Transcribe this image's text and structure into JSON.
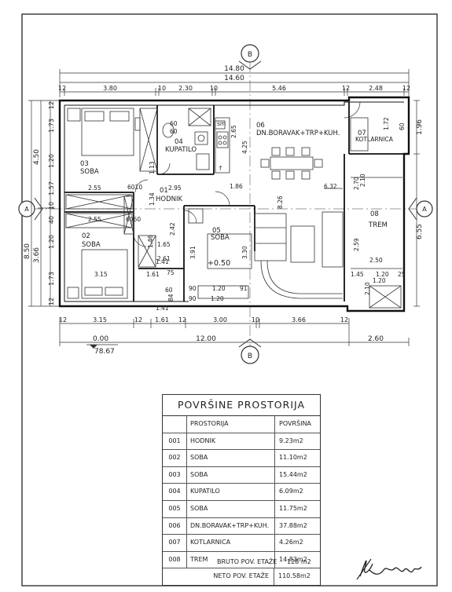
{
  "plan": {
    "axis_b": "B",
    "axis_a": "A",
    "top_dims": {
      "overall_outer": "14.80",
      "overall_inner": "14.60",
      "segments": [
        "12",
        "3.80",
        "10",
        "2.30",
        "10",
        "5.46",
        "12",
        "2.48",
        "12"
      ]
    },
    "bottom_dims": {
      "segments": [
        "12",
        "3.15",
        "12",
        "1.61",
        "12",
        "3.00",
        "10",
        "3.66",
        "12"
      ],
      "overall_main": "12.00",
      "overall_side": "2.60",
      "level": "0.00",
      "elevation": "78.67"
    },
    "left_dims": {
      "overall": "8.50",
      "upper": "4.50",
      "lower": "3.66",
      "segments": [
        "12",
        "1.73",
        "1.20",
        "1.57",
        "10",
        "40",
        "1.20",
        "1.73",
        "12"
      ]
    },
    "right_dims": {
      "upper": "1.96",
      "lower": "6.55"
    },
    "rooms": {
      "r03": {
        "num": "03",
        "name": "SOBA"
      },
      "r04": {
        "num": "04",
        "name": "KUPATILO"
      },
      "r06": {
        "num": "06",
        "name": "DN.BORAVAK+TRP+KUH."
      },
      "r07": {
        "num": "07",
        "name": "KOTLARNICA"
      },
      "r01": {
        "num": "01",
        "name": "HODNIK"
      },
      "r05": {
        "num": "05",
        "name": "SOBA"
      },
      "r08": {
        "num": "08",
        "name": "TREM"
      },
      "r02": {
        "num": "02",
        "name": "SOBA"
      }
    },
    "interior_dims": {
      "d2_55a": "2.55",
      "d2_55b": "2.55",
      "d3_15": "3.15",
      "d1_61": "1.61",
      "d2_95": "2.95",
      "d1_86": "1.86",
      "d6_32": "6.32",
      "d2_50": "2.50",
      "d1_45": "1.45",
      "d1_20a": "1.20",
      "d1_20b": "1.20",
      "d1_20c": "1.20",
      "d1_20d": "1.20",
      "d25": "25",
      "d90a": "90",
      "d90b": "90",
      "d91": "91",
      "d1_41a": "1.41",
      "d1_41b": "1.41",
      "d60a": "60",
      "d60b": "60",
      "d60c": "60",
      "d6010": "6010",
      "d6060": "6060",
      "d4_25": "4.25",
      "d8_26": "8.26",
      "d2_65": "2.65",
      "d2_70": "2.70",
      "d2_10a": "2.10",
      "d2_59": "2.59",
      "d2_10b": "2.10",
      "d1_72": "1.72",
      "d60d": "60",
      "d1_13": "1.13",
      "d1_34": "1.34",
      "d1_46": "1.46",
      "d2_42": "2.42",
      "d3_91": "3.91",
      "d3_30": "3.30",
      "d1_65": "1.65",
      "d2_61": "2.61",
      "d75": "75",
      "d84": "84",
      "sm": "sm",
      "f": "f",
      "elev_050": "+0.50"
    }
  },
  "table": {
    "title": "POVRŠINE PROSTORIJA",
    "headers": [
      "",
      "PROSTORIJA",
      "POVRŠINA"
    ],
    "rows": [
      {
        "id": "001",
        "name": "HODNIK",
        "area": "9.23m2"
      },
      {
        "id": "002",
        "name": "SOBA",
        "area": "11.10m2"
      },
      {
        "id": "003",
        "name": "SOBA",
        "area": "15.44m2"
      },
      {
        "id": "004",
        "name": "KUPATILO",
        "area": "6.09m2"
      },
      {
        "id": "005",
        "name": "SOBA",
        "area": "11.75m2"
      },
      {
        "id": "006",
        "name": "DN.BORAVAK+TRP+KUH.",
        "area": "37.88m2"
      },
      {
        "id": "007",
        "name": "KOTLARNICA",
        "area": "4.26m2"
      },
      {
        "id": "008",
        "name": "TREM",
        "area": "14.83m2"
      }
    ],
    "neto_label": "NETO POV. ETAŽE",
    "neto_value": "110.58m2",
    "bruto_label": "BRUTO POV. ETAŽE",
    "bruto_value": "128 m2"
  }
}
